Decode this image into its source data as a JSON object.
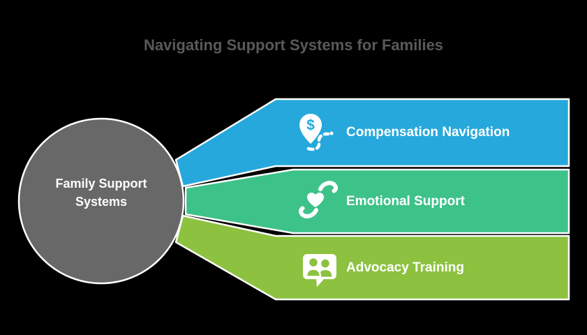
{
  "title": "Navigating Support Systems for Families",
  "center": {
    "label": "Family Support Systems"
  },
  "branches": [
    {
      "label": "Compensation Navigation",
      "icon": "money-location-route-icon",
      "glyph": "$",
      "color": "#27a8dc"
    },
    {
      "label": "Emotional Support",
      "icon": "hands-holding-heart-icon",
      "color": "#3dc289"
    },
    {
      "label": "Advocacy Training",
      "icon": "people-speech-bubble-icon",
      "color": "#8cc23f"
    }
  ],
  "colors": {
    "background": "#000000",
    "circle": "#686868",
    "title": "#58595b",
    "outline": "#ffffff",
    "label_text": "#ffffff"
  }
}
